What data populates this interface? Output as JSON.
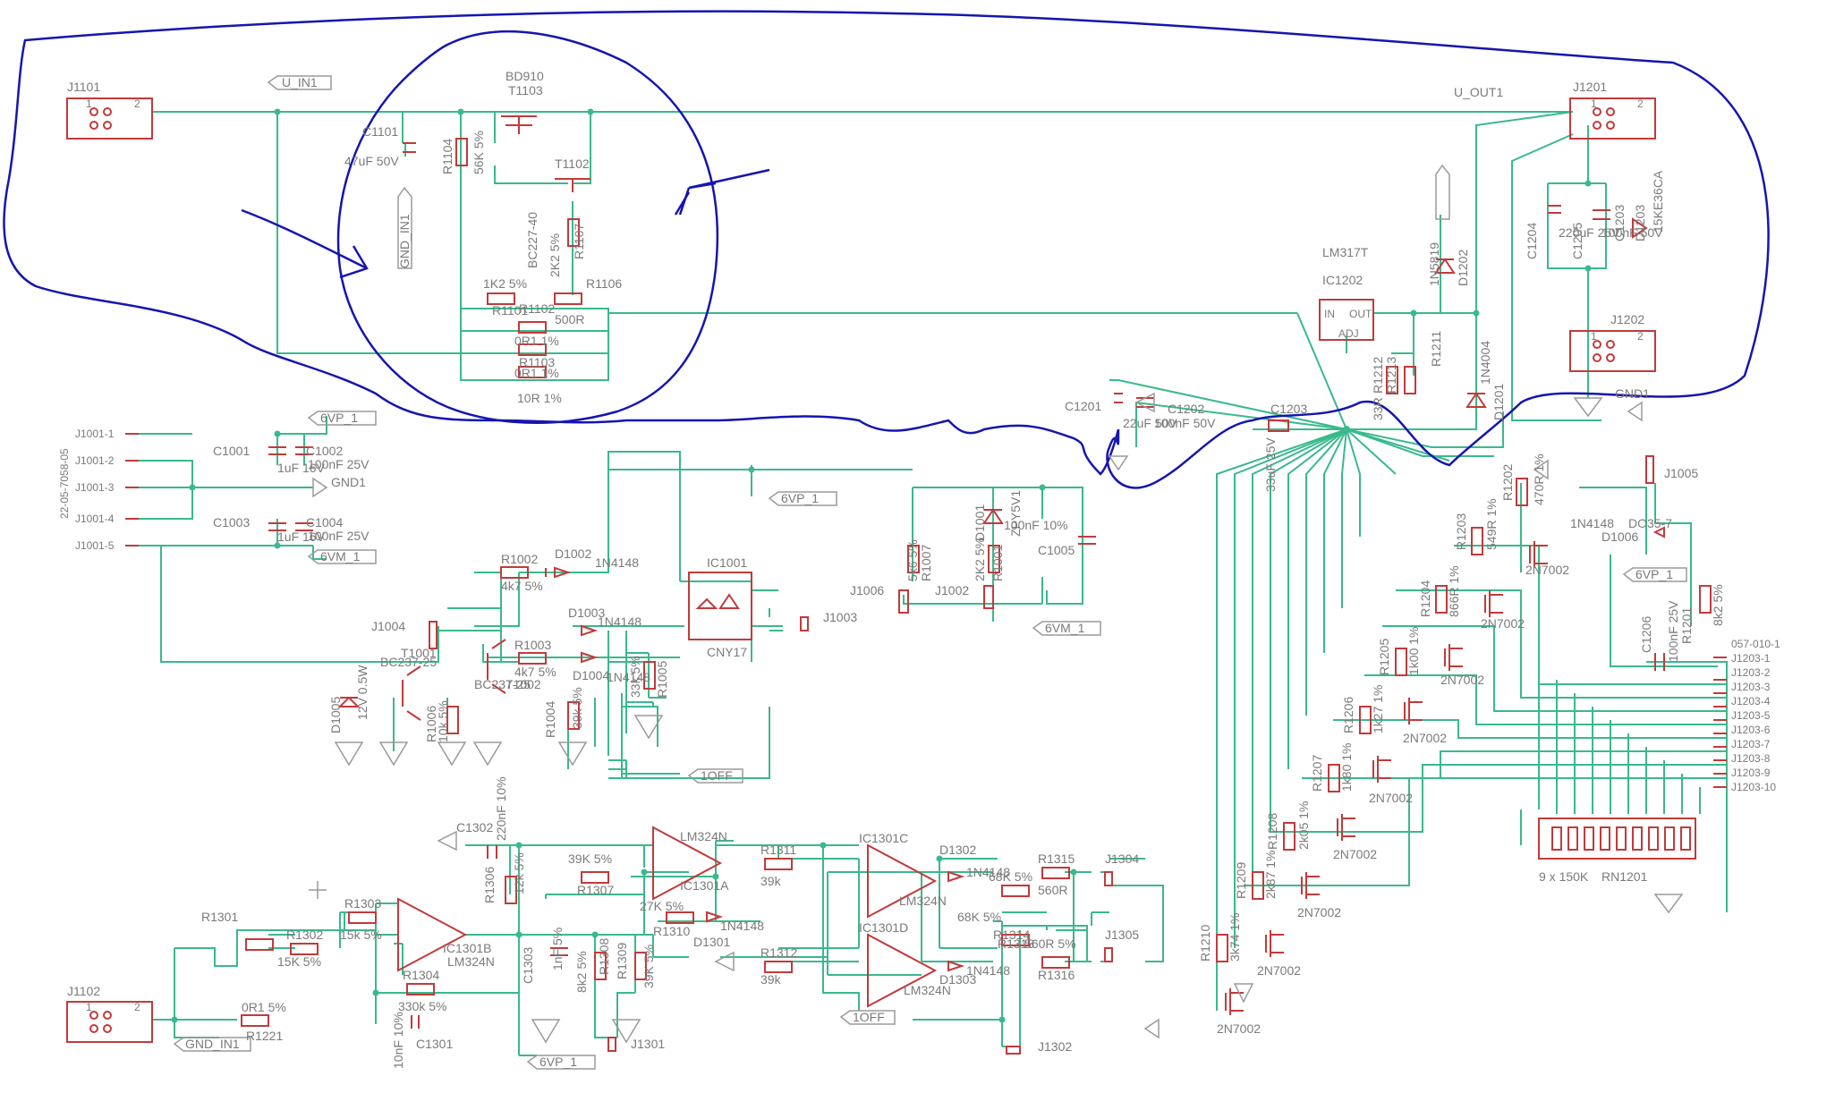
{
  "schematic": {
    "connectors": [
      {
        "ref": "J1101",
        "pins": [
          "1",
          "2"
        ]
      },
      {
        "ref": "J1201",
        "pins": [
          "1",
          "2"
        ]
      },
      {
        "ref": "J1202",
        "pins": [
          "1",
          "2"
        ]
      },
      {
        "ref": "J1102",
        "pins": [
          "1",
          "2"
        ]
      },
      {
        "ref": "J1001",
        "pins": [
          "J1001-1",
          "J1001-2",
          "J1001-3",
          "J1001-4",
          "J1001-5"
        ],
        "part": "22-05-7058-05"
      },
      {
        "ref": "J1203",
        "pins": [
          "J1203-1",
          "J1203-2",
          "J1203-3",
          "J1203-4",
          "J1203-5",
          "J1203-6",
          "J1203-7",
          "J1203-8",
          "J1203-9",
          "J1203-10"
        ],
        "part": "057-010-1"
      }
    ],
    "net_labels": {
      "u_in1": "U_IN1",
      "u_out1": "U_OUT1",
      "gnd_in1_a": "GND_IN1",
      "gnd_in1_b": "GND_IN1",
      "gnd1_a": "GND1",
      "gnd1_b": "GND1",
      "vp1_a": "6VP_1",
      "vp1_b": "6VP_1",
      "vp1_c": "6VP_1",
      "vp1_d": "6VP_1",
      "vm1_a": "6VM_1",
      "vm1_b": "6VM_1",
      "off_a": "1OFF",
      "off_b": "1OFF"
    },
    "components": {
      "t1103": "T1103",
      "bd910": "BD910",
      "t1102": "T1102",
      "bc227": "BC227-40",
      "c1101": "C1101",
      "c1101v": "47uF 50V",
      "r1104": "R1104",
      "r1104v": "56K 5%",
      "r1107": "R1107",
      "r1107v": "2K2 5%",
      "r1106": "R1106",
      "r1106v": "500R",
      "r1101v": "1K2 5%",
      "r1101": "R1101",
      "r1102": "R1102",
      "r1102v": "0R1 1%",
      "r1103": "R1103",
      "r1103v": "0R1 1%",
      "r1105v": "10R 1%",
      "lm317": "LM317T",
      "ic1202": "IC1202",
      "ic_in": "IN",
      "ic_out": "OUT",
      "ic_adj": "ADJ",
      "c1201": "C1201",
      "c1201v": "22uF 50V",
      "c1202": "C1202",
      "c1202v": "100nF 50V",
      "c1203": "C1203",
      "c1203v": "33uF 25V",
      "r1211": "R1211",
      "r1212": "R1212",
      "r1213": "R1213",
      "r1213v": "33R",
      "d1202": "D1202",
      "d1202v": "1N5819",
      "d1201": "D1201",
      "d1201v": "1N4004",
      "c1204": "C1204",
      "c1205": "C1205",
      "c1205v": "220uF 25V",
      "c1203b": "C1203",
      "c1203bv": "100nF 50V",
      "d1203": "D1203",
      "d1203v": "15KE36CA",
      "c1001": "C1001",
      "c1001v": "1uF 16V",
      "c1002": "C1002",
      "c1002v": "100nF 25V",
      "c1003": "C1003",
      "c1003v": "1uF 16V",
      "c1004": "C1004",
      "c1004v": "100nF 25V",
      "r1002": "R1002",
      "r1002v": "4k7 5%",
      "d1002": "D1002",
      "d1002v": "1N4148",
      "ic1001": "IC1001",
      "cny17": "CNY17",
      "j1003": "J1003",
      "j1004": "J1004",
      "t1001": "T1001",
      "bc237": "BC237-25",
      "bc2": "BC237-25",
      "t1002": "T1002",
      "d1005": "D1005",
      "d1005v": "12V 0.5W",
      "r1006": "R1006",
      "r1006v": "10k 5%",
      "r1003": "R1003",
      "r1003v": "4k7 5%",
      "d1003": "D1003",
      "d1003v": "1N4148",
      "d1004": "D1004",
      "d1004v": "1N4148",
      "r1004": "R1004",
      "r1004v": "39k 5%",
      "r1005": "R1005",
      "r1005v": "33k 5%",
      "j1006": "J1006",
      "r1007": "R1007",
      "r1007v": "5k6 5%",
      "j1002": "J1002",
      "d1001": "D1001",
      "d1001v": "ZPY5V1",
      "r1001": "R1001",
      "r1001v": "2K2 5%",
      "c1005": "C1005",
      "c1005v": "100nF 10%",
      "j1005": "J1005",
      "d1006": "D1006",
      "d1006v": "1N4148",
      "d1006p": "DO35-7",
      "r1201": "R1201",
      "r1201v": "8k2 5%",
      "c1206": "C1206",
      "c1206v": "100nF 25V",
      "rn1201": "RN1201",
      "rn1201v": "9 x 150K",
      "r1202": "R1202",
      "r1202v": "470R 1%",
      "r1203": "R1203",
      "r1203v": "549R 1%",
      "r1204": "R1204",
      "r1204v": "866R 1%",
      "r1205": "R1205",
      "r1205v": "1k00 1%",
      "r1206": "R1206",
      "r1206v": "1k27 1%",
      "r1207": "R1207",
      "r1207v": "1k80 1%",
      "r1208": "R1208",
      "r1208v": "2k05 1%",
      "r1209": "R1209",
      "r1209v": "2k87 1%",
      "r1210": "R1210",
      "r1210v": "3k74 1%",
      "mosfet": "2N7002",
      "c1302": "C1302",
      "c1302v": "220nF 10%",
      "lm324": "LM324N",
      "ic1301a": "IC1301A",
      "ic1301b": "IC1301B",
      "ic1301c": "IC1301C",
      "ic1301d": "IC1301D",
      "r1311": "R1311",
      "r1311v": "39k",
      "r1312": "R1312",
      "r1312v": "39k",
      "r1307": "R1307",
      "r1307v": "39K 5%",
      "r1306": "R1306",
      "r1306v": "12k 5%",
      "r1310": "R1310",
      "r1310v": "27K 5%",
      "d1301": "D1301",
      "d1301v": "1N4148",
      "c1303": "C1303",
      "c1303v": "1nF 5%",
      "r1308": "R1308",
      "r1308v": "8k2 5%",
      "r1309": "R1309",
      "r1309v": "39K 5%",
      "j1301": "J1301",
      "r1303": "R1303",
      "r1303v": "15k 5%",
      "r1302": "R1302",
      "r1302v": "15K 5%",
      "r1301": "R1301",
      "r1304": "R1304",
      "r1304v": "330k 5%",
      "c1301": "C1301",
      "c1301v": "10nF 10%",
      "r1221": "R1221",
      "r1221v": "0R1 5%",
      "d1302": "D1302",
      "d1302v": "1N4148",
      "d1303": "D1303",
      "d1303v": "1N4148",
      "r1315": "R1315",
      "r1315v": "560R",
      "r1313": "R1313",
      "r1313v": "68K 5%",
      "r1314v": "68K 5%",
      "r1314": "R1314",
      "r1316": "R1316",
      "r1316v": "560R 5%",
      "j1304": "J1304",
      "j1305": "J1305",
      "j1302": "J1302"
    }
  }
}
